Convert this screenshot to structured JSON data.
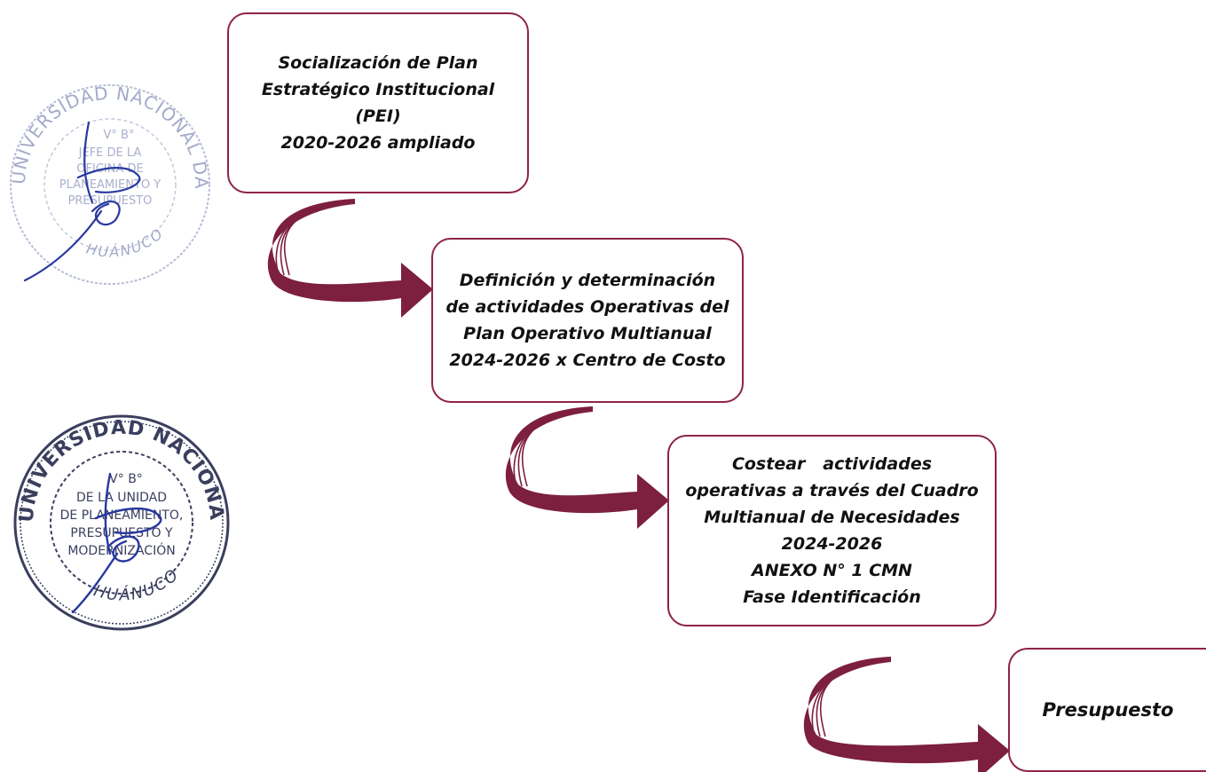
{
  "colors": {
    "box_border": "#8e2349",
    "arrow": "#7d1f3f",
    "text": "#111111",
    "seal_ink_light": "#9aa3c2",
    "seal_ink_dark": "#3b3f5e",
    "signature_ink": "#2838a0"
  },
  "steps": [
    {
      "lines": [
        "Socialización de Plan",
        "Estratégico Institucional",
        "(PEI)",
        "2020-2026 ampliado"
      ]
    },
    {
      "lines": [
        "Definición y determinación",
        "de actividades Operativas del",
        "Plan Operativo Multianual",
        "2024-2026 x Centro de Costo"
      ]
    },
    {
      "lines": [
        "Costear   actividades",
        "operativas a través del Cuadro",
        "Multianual de Necesidades",
        "2024-2026",
        "ANEXO N° 1 CMN",
        "Fase Identificación"
      ]
    },
    {
      "lines": [
        "Presupuesto"
      ]
    }
  ],
  "seals": [
    {
      "ring_text": "UNIVERSIDAD NACIONAL DANIEL ALOMÍA ROBLES",
      "bottom_text": "HUÁNUCO",
      "center_lines": [
        "V° B°",
        "JEFE DE LA",
        "OFICINA DE",
        "PLANEAMIENTO Y",
        "PRESUPUESTO"
      ]
    },
    {
      "ring_text": "UNIVERSIDAD NACIONAL DANIEL ALOMÍA ROBLES",
      "bottom_text": "HUÁNUCO",
      "center_lines": [
        "V° B°",
        "DE LA UNIDAD",
        "DE PLANEAMIENTO,",
        "PRESUPUESTO Y",
        "MODERNIZACIÓN"
      ]
    }
  ]
}
